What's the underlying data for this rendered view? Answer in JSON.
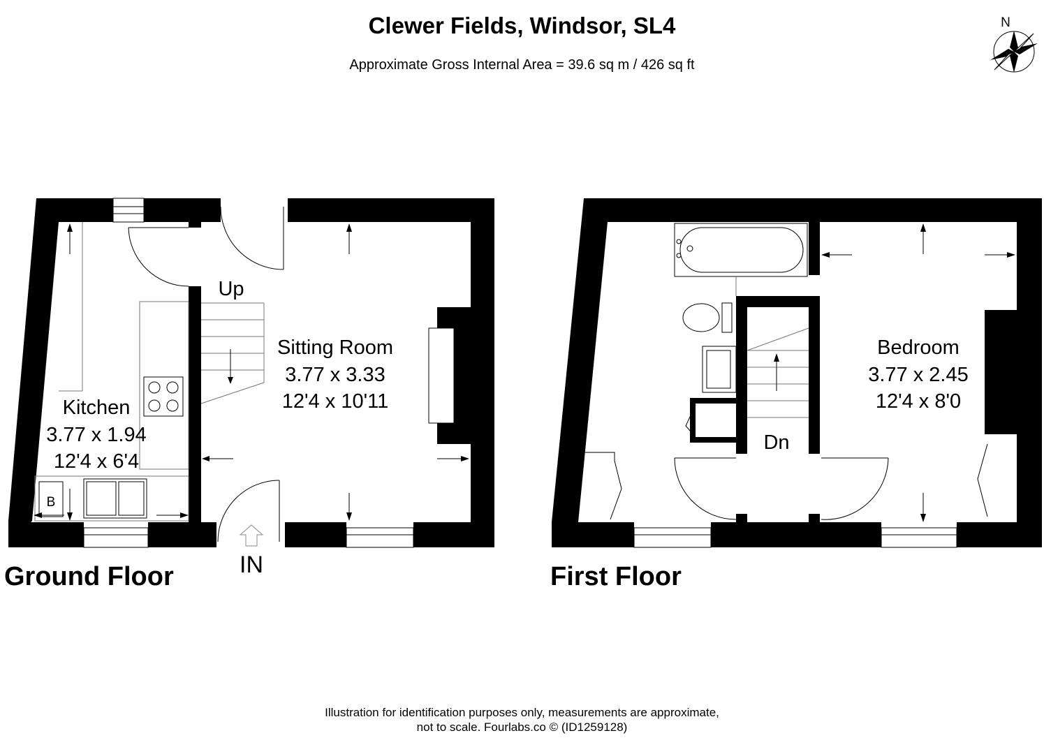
{
  "header": {
    "title": "Clewer Fields, Windsor, SL4",
    "subtitle": "Approximate Gross Internal Area = 39.6 sq m / 426 sq ft"
  },
  "compass": {
    "north_label": "N"
  },
  "ground_floor": {
    "label": "Ground Floor",
    "entrance_label": "IN",
    "stairs_label": "Up",
    "boiler_label": "B",
    "rooms": [
      {
        "name": "Kitchen",
        "metric": "3.77 x 1.94",
        "imperial": "12'4 x 6'4"
      },
      {
        "name": "Sitting Room",
        "metric": "3.77 x 3.33",
        "imperial": "12'4 x 10'11"
      }
    ]
  },
  "first_floor": {
    "label": "First Floor",
    "stairs_label": "Dn",
    "rooms": [
      {
        "name": "Bedroom",
        "metric": "3.77 x 2.45",
        "imperial": "12'4 x 8'0"
      }
    ]
  },
  "footer": {
    "line1": "Illustration for identification purposes only, measurements are approximate,",
    "line2": "not to scale. Fourlabs.co © (ID1259128)"
  }
}
